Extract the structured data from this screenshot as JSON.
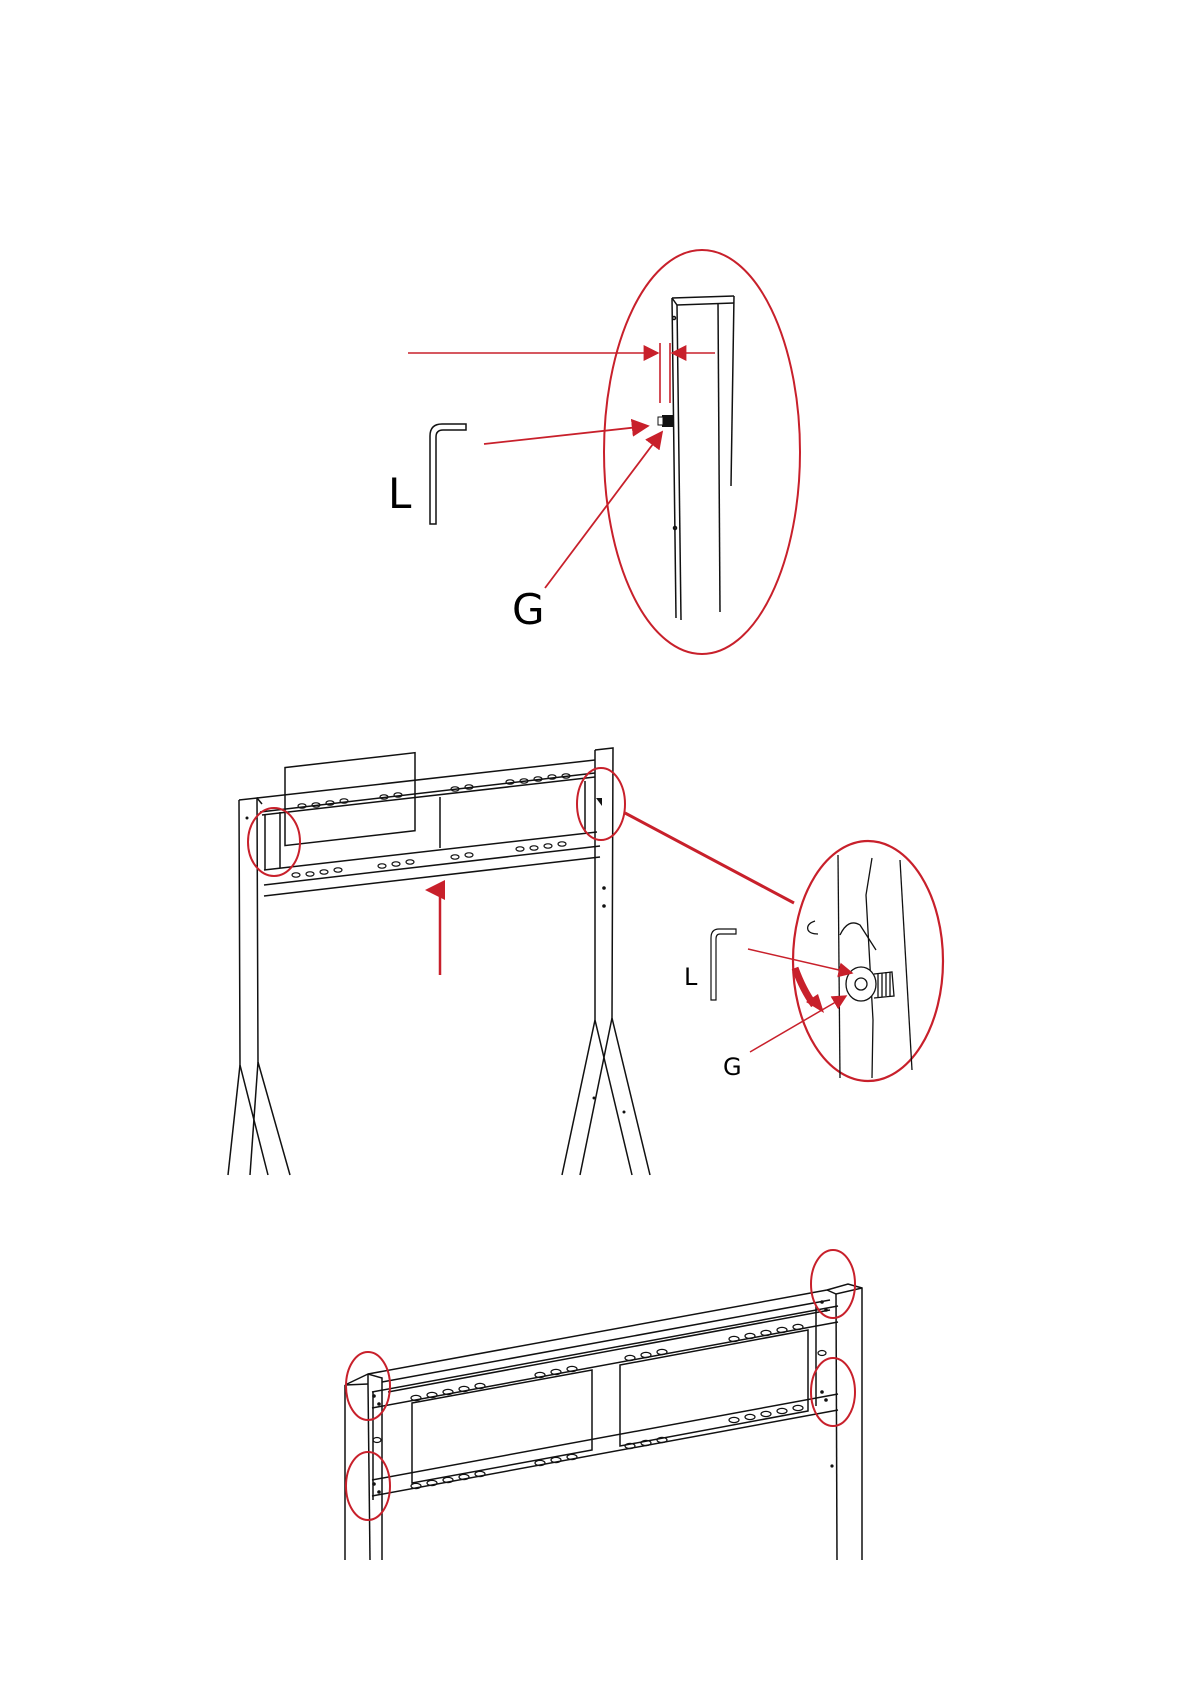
{
  "figure_1": {
    "tool_label": "L",
    "screw_label": "G"
  },
  "figure_2": {
    "tool_label": "L",
    "screw_label": "G"
  },
  "figure_3": {},
  "colors": {
    "callout_red": "#c8202b",
    "line_black": "#111111"
  },
  "icons": [
    "hex-key-icon",
    "screw-icon",
    "magnifier-callout-icon",
    "push-up-arrow-icon"
  ]
}
